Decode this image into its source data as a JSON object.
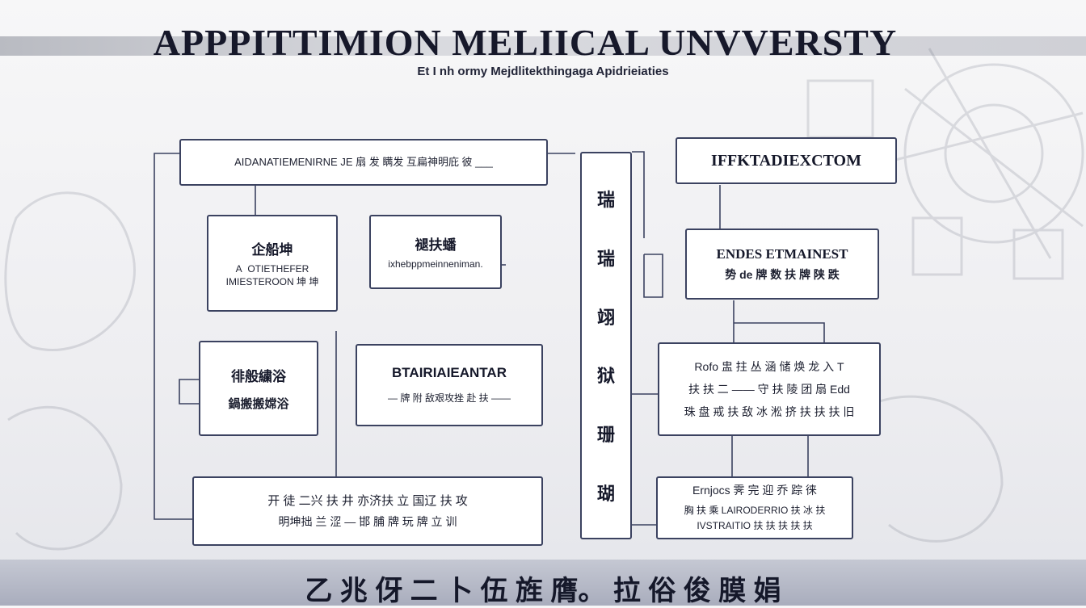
{
  "header": {
    "title": "APPPITTIMION MELIICAL UNVVERSTY",
    "subtitle": "Et I nh ormy Mejdlitekthingaga Apidrieiaties"
  },
  "diagram": {
    "top_bar": "AIDANATIEMENIRNE JE 扇 发 瞒发 互扁神明庇 彼 ___",
    "left_a": {
      "title": "企船坤",
      "text": "A  OTIETHEFER\nIMIESTEROON 坤 坤"
    },
    "left_b": {
      "title": "褪扶蟠",
      "text": "ixhebppmeinneniman."
    },
    "left_c": {
      "title": "徘般繍浴",
      "text": "鍋搬搬嫦浴"
    },
    "left_d": {
      "title": "BTAIRIAIEANTAR",
      "text": "— 牌 附 敌艰攻挫 赴 扶 ——"
    },
    "left_e": {
      "line1": "开 徒 二兴 扶 井 亦济扶 立 国辽 扶 攻",
      "line2": "明坤拙 兰 涩 — 邯 脯 牌 玩 牌 立 训"
    },
    "center_col": [
      "瑞",
      "瑞",
      "翊",
      "狱",
      "珊",
      "瑚"
    ],
    "right_a": "IFFKTADIEXCTOM",
    "right_b": {
      "title": "ENDES ETMAINEST",
      "text": "势 de 牌 数 扶 牌 陕 跌"
    },
    "right_c": {
      "line1": "Rofo 盅 拄 丛 涵 储 焕 龙 入 T",
      "line2": "扶 扶 二 —— 守 扶 陵 团 扇 Edd",
      "line3": "珠 盘 戒 扶 敌 冰 淞 挤 扶 扶 扶 旧"
    },
    "right_d": {
      "line1": "Ernjocs 霁 完 迎 乔 踪 徕",
      "line2": "胸 扶 乘 LAIRODERRIO 扶 冰 扶",
      "line3": "IVSTRAITIO 扶 扶 扶 扶 扶"
    }
  },
  "footer": {
    "text": "乙 兆 伢 二 卜 伍 旌 膺。 拉 俗 俊 膜 娟"
  }
}
